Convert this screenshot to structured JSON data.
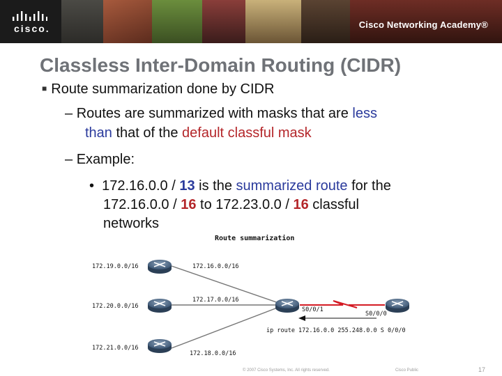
{
  "header": {
    "logo_text": "cisco.",
    "academy_text": "Cisco Networking Academy®"
  },
  "slide": {
    "title": "Classless Inter-Domain Routing (CIDR)",
    "bullet1": "Route summarization done by CIDR",
    "sub1": {
      "a": "Routes are summarized with masks that are ",
      "b": "less",
      "c": "than",
      "d": " that of the ",
      "e": "default classful mask"
    },
    "sub2": "Example:",
    "example": {
      "p1": "172.16.0.0 / ",
      "p2": "13",
      "p3": " is the ",
      "p4": "summarized route",
      "p5": " for the",
      "p6": "172.16.0.0 / ",
      "p7": "16",
      "p8": " to 172.23.0.0 / ",
      "p9": "16",
      "p10": " classful",
      "p11": "networks"
    }
  },
  "diagram": {
    "title": "Route summarization",
    "left_nets": [
      "172.19.0.0/16",
      "172.20.0.0/16",
      "172.21.0.0/16"
    ],
    "links": [
      "172.16.0.0/16",
      "172.17.0.0/16",
      "172.18.0.0/16"
    ],
    "s001": "S0/0/1",
    "s000": "S0/0/0",
    "command": "ip route 172.16.0.0 255.248.0.0 S 0/0/0"
  },
  "footer": {
    "copyright": "© 2007 Cisco Systems, Inc. All rights reserved.",
    "classification": "Cisco Public",
    "page": "17"
  }
}
